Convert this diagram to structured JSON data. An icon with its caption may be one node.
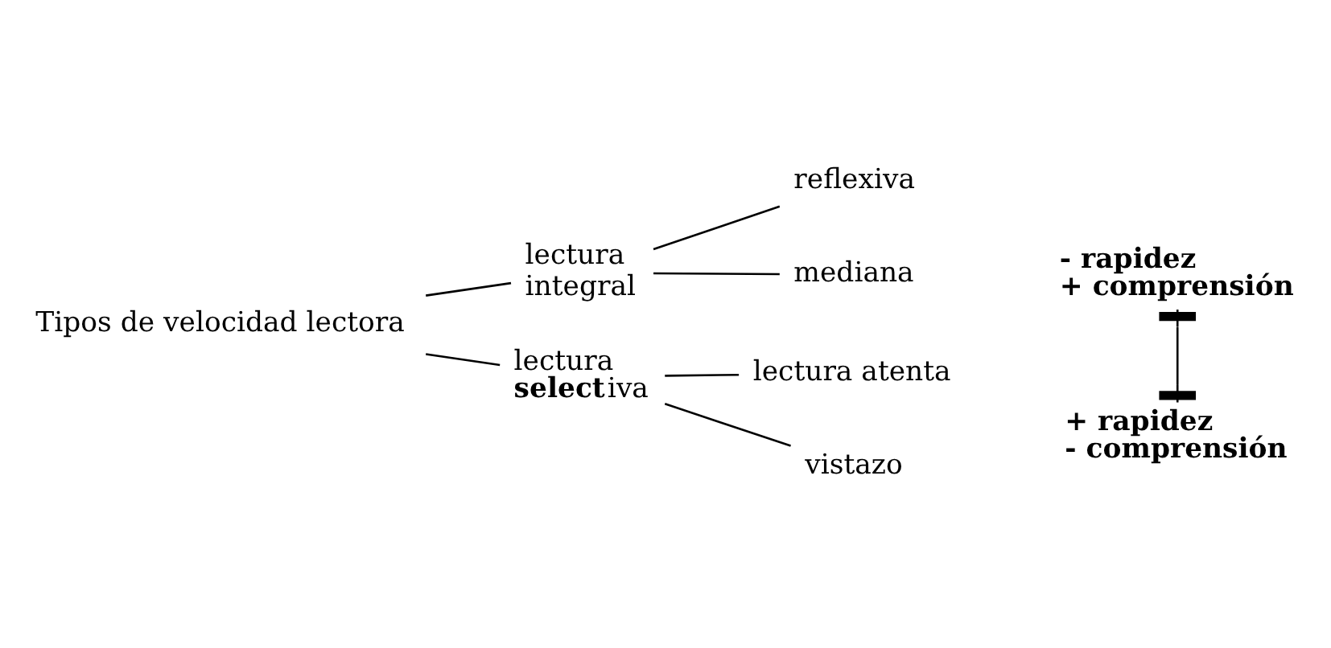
{
  "diagram": {
    "nodes": [
      {
        "text": [
          "Tipos de velocidad lectora"
        ]
      },
      {
        "text": [
          "lectura integral"
        ]
      },
      {
        "text": [
          "lectura **select**iva"
        ]
      },
      {
        "text": [
          "reflexiva"
        ]
      },
      {
        "text": [
          "mediana"
        ]
      },
      {
        "text": [
          "lectura atenta"
        ]
      },
      {
        "text": [
          "vistazo"
        ]
      },
      {
        "text": [
          "- rapidez + comprensión"
        ]
      },
      {
        "text": [
          "+ rapidez - comprensión"
        ]
      }
    ],
    "edges": [
      {
        "from": 0,
        "to": 1,
        "arrow": "none"
      },
      {
        "from": 0,
        "to": 2,
        "arrow": "none"
      },
      {
        "from": 1,
        "to": 3,
        "arrow": "none"
      },
      {
        "from": 1,
        "to": 4,
        "arrow": "none"
      },
      {
        "from": 2,
        "to": 5,
        "arrow": "none"
      },
      {
        "from": 2,
        "to": 6,
        "arrow": "none"
      },
      {
        "from": 7,
        "to": 8,
        "arrow": "other"
      }
    ]
  }
}
